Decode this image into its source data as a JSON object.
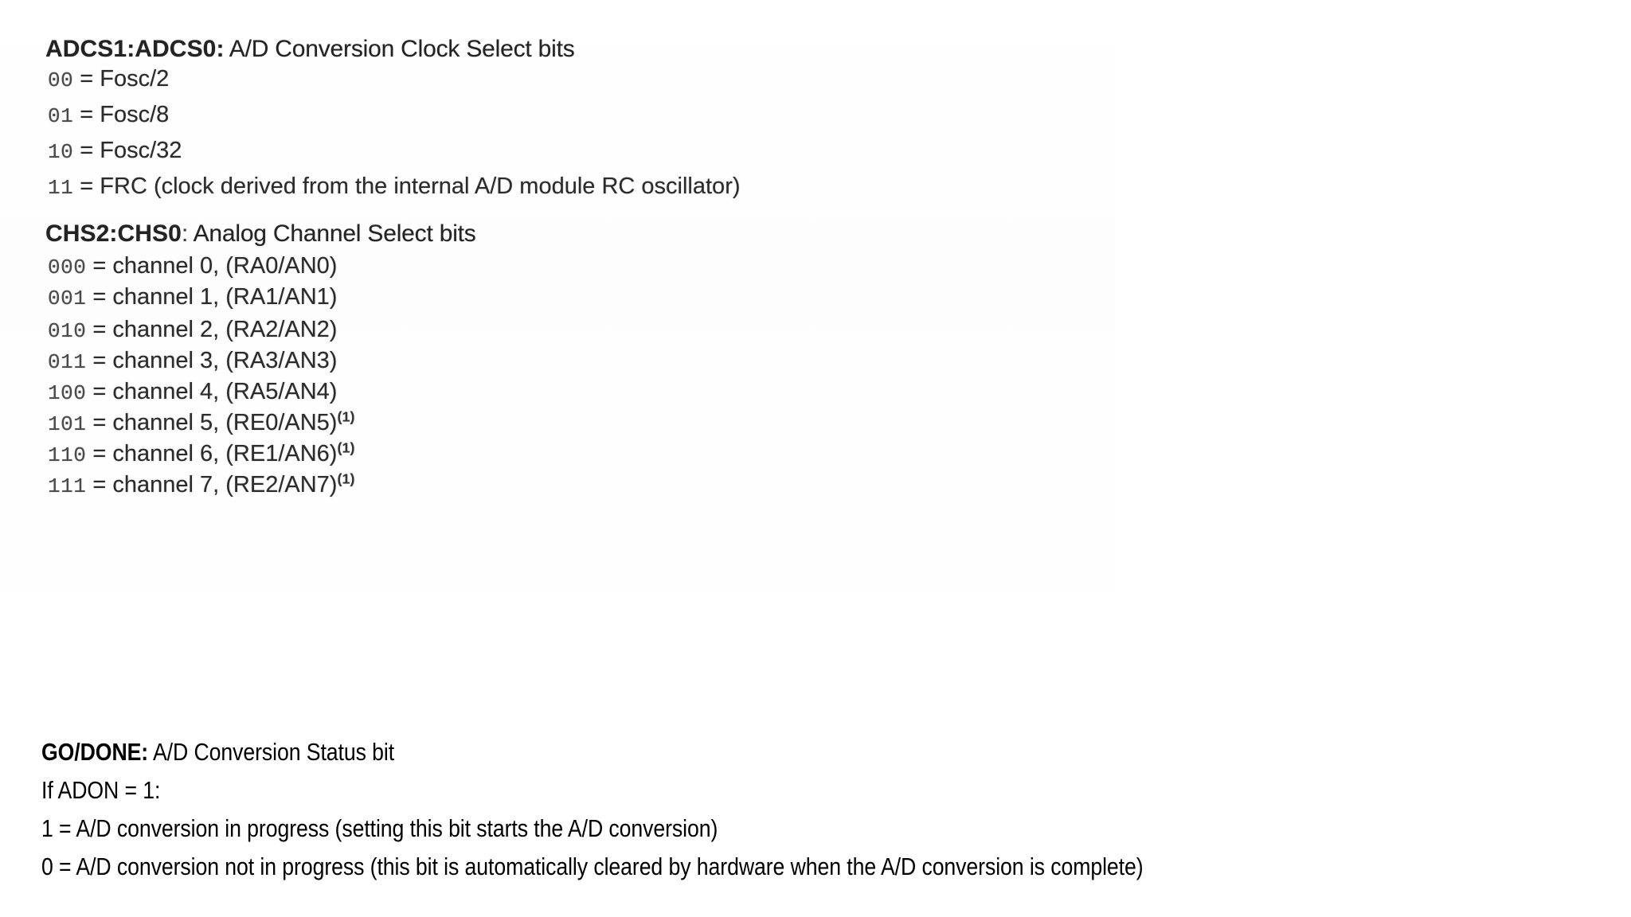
{
  "document": {
    "scanned_section": {
      "blocks": [
        {
          "id": "adcs",
          "register_bits": "ADCS1:ADCS0",
          "separator": ":",
          "description": " A/D Conversion Clock Select bits",
          "options": [
            {
              "code": "00",
              "eq": " = ",
              "value": "Fosc/2"
            },
            {
              "code": "01",
              "eq": " = ",
              "value": "Fosc/8"
            },
            {
              "code": "10",
              "eq": " = ",
              "value": "Fosc/32"
            },
            {
              "code": "11",
              "eq": " = ",
              "value_prefix": "F",
              "value_smallcaps": "RC",
              "value_suffix": " (clock derived from the internal A/D module RC oscillator)"
            }
          ]
        },
        {
          "id": "chs",
          "register_bits": "CHS2:CHS0",
          "separator": ":",
          "description": " Analog Channel Select bits",
          "options": [
            {
              "code": "000",
              "eq": " = ",
              "value": "channel 0, (RA0/AN0)",
              "note": ""
            },
            {
              "code": "001",
              "eq": " = ",
              "value": "channel 1, (RA1/AN1)",
              "note": ""
            },
            {
              "code": "010",
              "eq": " = ",
              "value": "channel 2, (RA2/AN2)",
              "note": ""
            },
            {
              "code": "011",
              "eq": " = ",
              "value": "channel 3, (RA3/AN3)",
              "note": ""
            },
            {
              "code": "100",
              "eq": " = ",
              "value": "channel 4, (RA5/AN4)",
              "note": ""
            },
            {
              "code": "101",
              "eq": " = ",
              "value": "channel 5, (RE0/AN5)",
              "note": "(1)"
            },
            {
              "code": "110",
              "eq": " = ",
              "value": "channel 6, (RE1/AN6)",
              "note": "(1)"
            },
            {
              "code": "111",
              "eq": " = ",
              "value": "channel 7, (RE2/AN7)",
              "note": "(1)"
            }
          ]
        }
      ]
    },
    "typed_section": {
      "bit_name": "GO/DONE:",
      "bit_description": " A/D Conversion Status bit",
      "condition": "If ADON = 1:",
      "states": [
        "1 = A/D conversion in progress (setting this bit starts the A/D conversion)",
        "0 = A/D conversion not in progress (this bit is automatically cleared by hardware when the A/D conversion is complete)"
      ]
    }
  },
  "colors": {
    "page_background": "#ffffff",
    "scanned_ink": "#2f2f2f",
    "typed_ink": "#000000"
  }
}
